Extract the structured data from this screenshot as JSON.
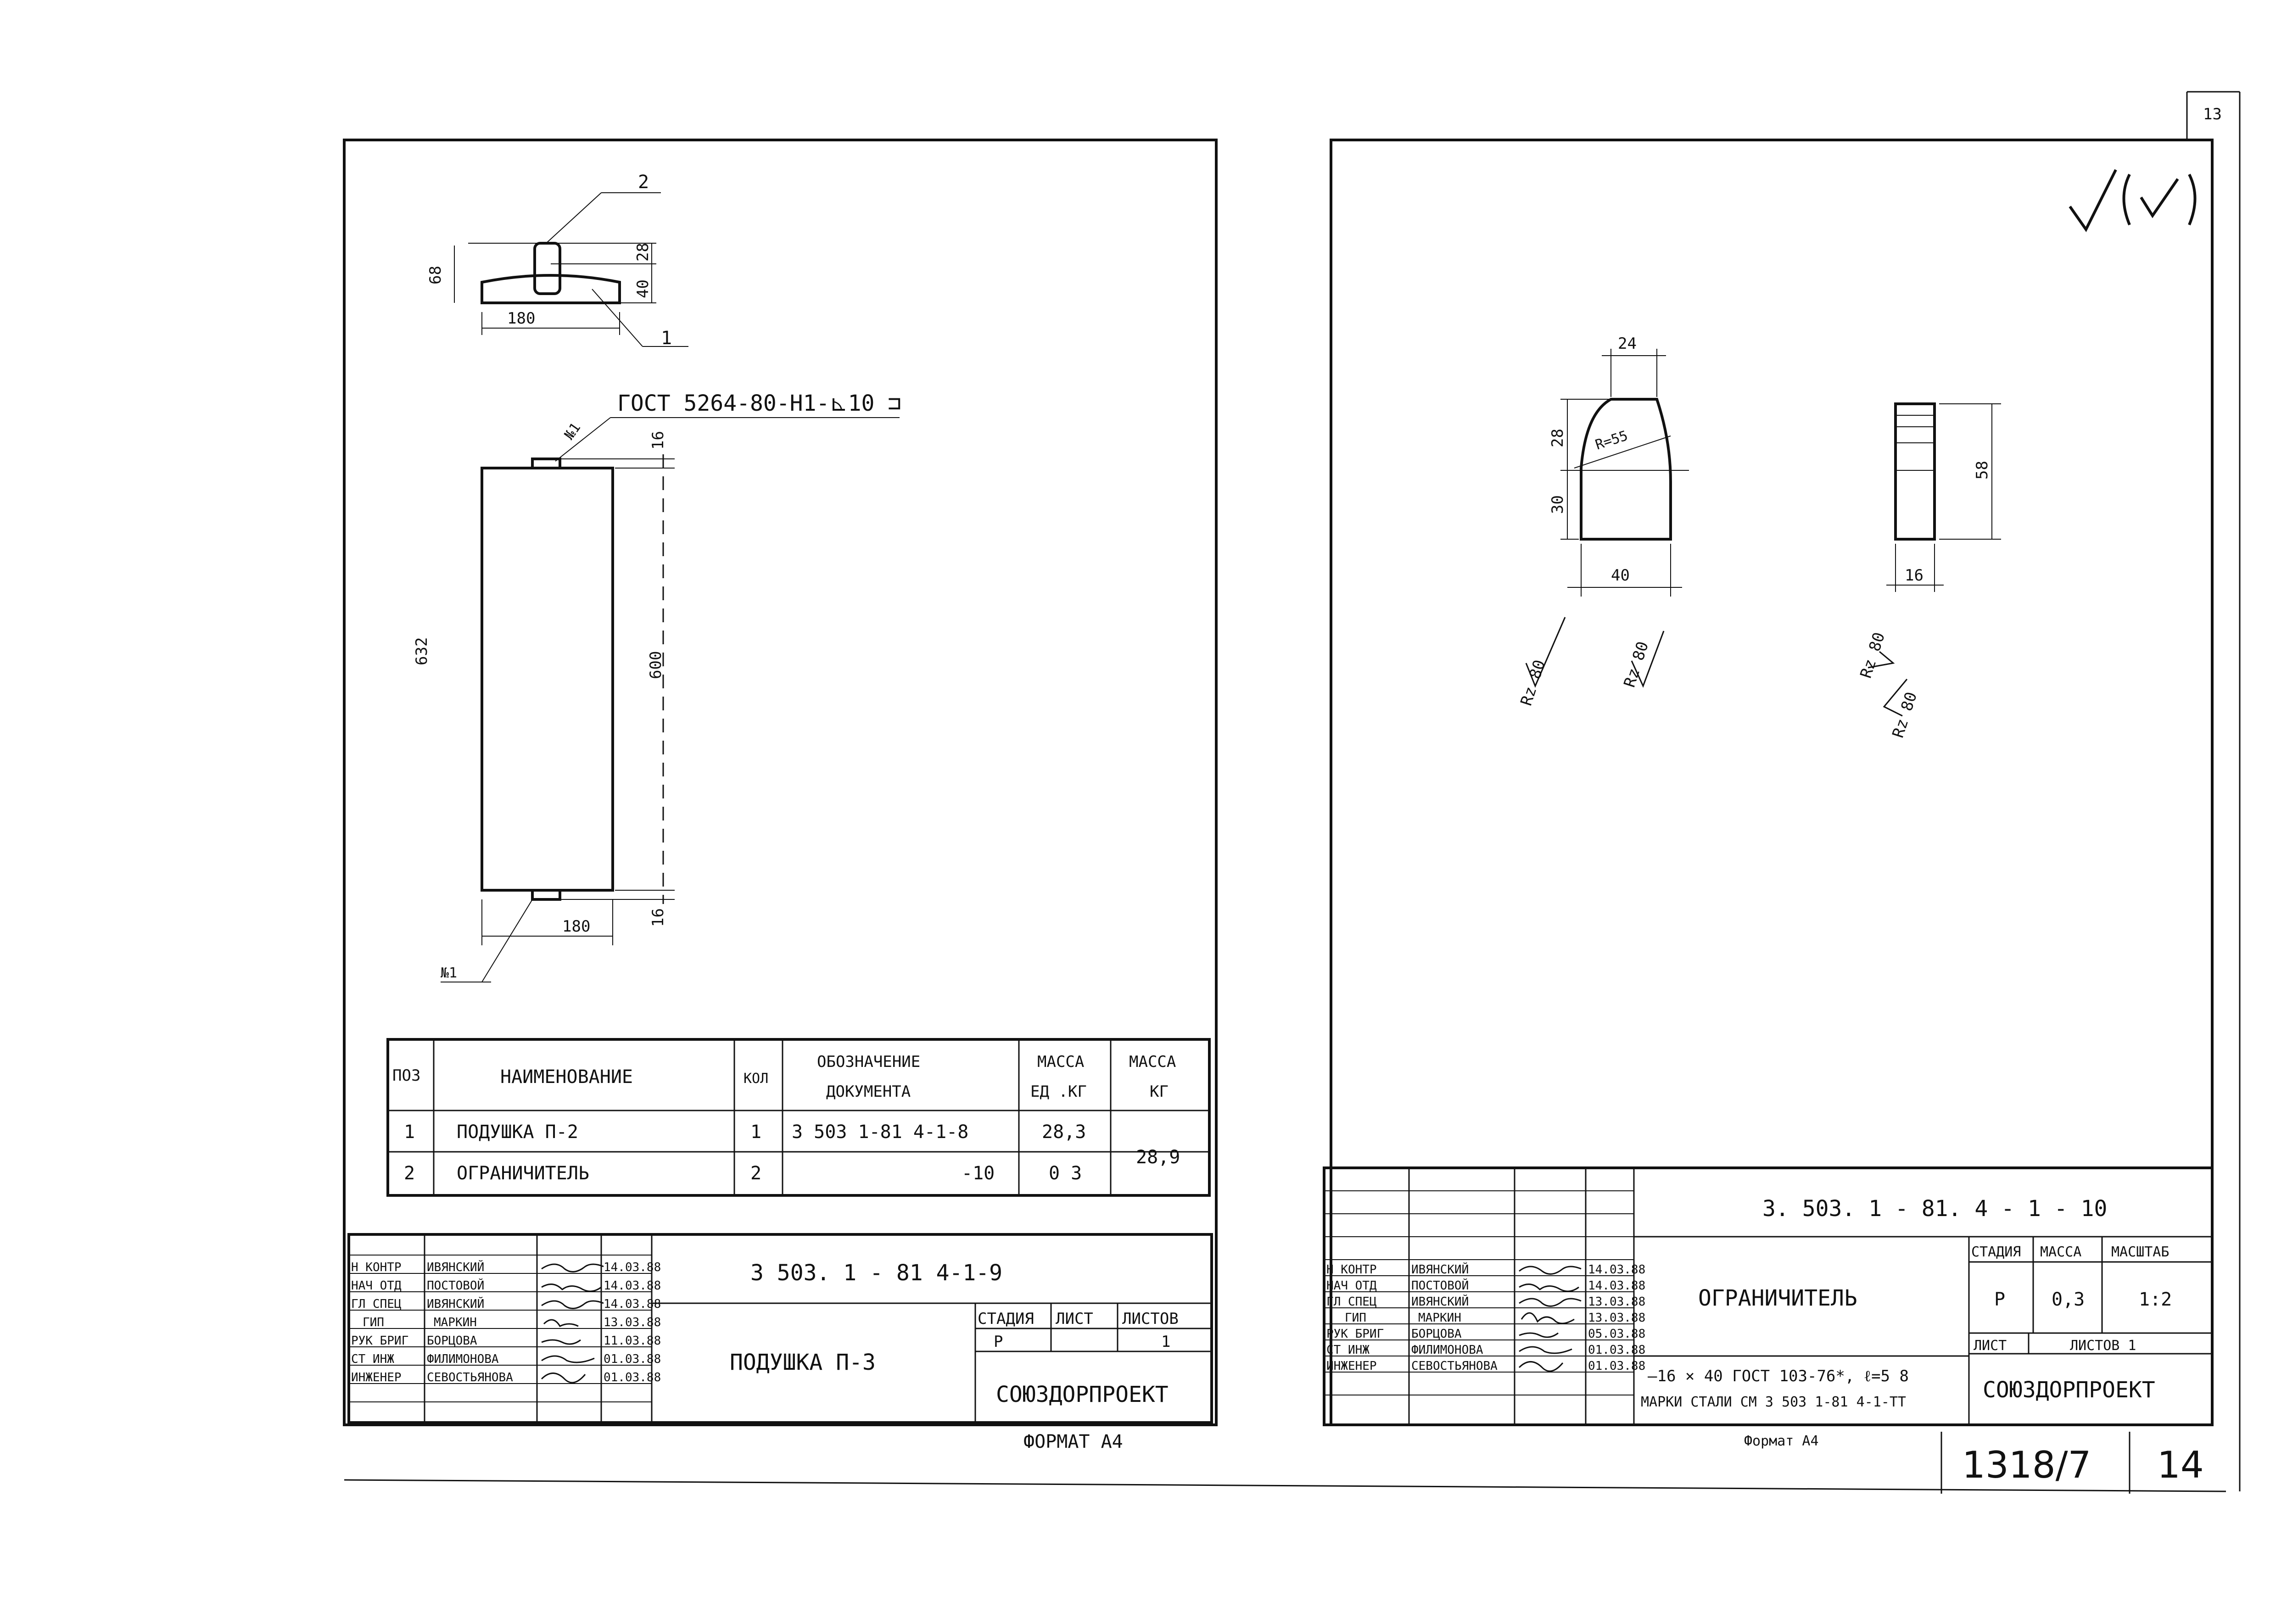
{
  "sheet_left": {
    "part1": {
      "dims": {
        "d68": "68",
        "d40": "40",
        "d28": "28",
        "d180_top": "180",
        "d16_top": "16",
        "d632": "632",
        "d600": "600",
        "d16_bot": "16",
        "d180_bot": "180"
      },
      "callouts": {
        "c2": "2",
        "c1": "1",
        "n1_top": "№1",
        "n1_bot": "№1"
      },
      "weld_note": "ГОСТ 5264-80-Н1-⊾10 ⊐"
    },
    "spec_table": {
      "headers": {
        "pos": "ПОЗ",
        "name": "НАИМЕНОВАНИЕ",
        "qty": "КОЛ",
        "doc_line1": "ОБОЗНАЧЕНИЕ",
        "doc_line2": "ДОКУМЕНТА",
        "mass_unit_line1": "МАССА",
        "mass_unit_line2": "ЕД .КГ",
        "mass_line1": "МАССА",
        "mass_line2": "КГ"
      },
      "rows": [
        {
          "pos": "1",
          "name": "ПОДУШКА   П-2",
          "qty": "1",
          "doc": "3 503 1-81 4-1-8",
          "mass_unit": "28,3"
        },
        {
          "pos": "2",
          "name": "ОГРАНИЧИТЕЛЬ",
          "qty": "2",
          "doc": "-10",
          "mass_unit": "0 3"
        }
      ],
      "mass_total": "28,9"
    },
    "title_block": {
      "code": "3 503. 1 - 81 4-1-9",
      "title": "ПОДУШКА  П-3",
      "org": "СОЮЗДОРПРОЕКТ",
      "stage_header": "СТАДИЯ",
      "sheet_header": "ЛИСТ",
      "sheets_header": "ЛИСТОВ",
      "stage": "Р",
      "sheet": "",
      "sheets": "1",
      "people": [
        {
          "role": "Н КОНТР",
          "name": "ИВЯНСКИЙ",
          "date": "14.03.88"
        },
        {
          "role": "НАЧ ОТД",
          "name": "ПОСТОВОЙ",
          "date": "14.03.88"
        },
        {
          "role": "ГЛ СПЕЦ",
          "name": "ИВЯНСКИЙ",
          "date": "14.03.88"
        },
        {
          "role": "ГИП",
          "name": "МАРКИН",
          "date": "13.03.88"
        },
        {
          "role": "РУК БРИГ",
          "name": "БОРЦОВА",
          "date": "11.03.88"
        },
        {
          "role": "СТ ИНЖ",
          "name": "ФИЛИМОНОВА",
          "date": "01.03.88"
        },
        {
          "role": "ИНЖЕНЕР",
          "name": "СЕВОСТЬЯНОВА",
          "date": "01.03.88"
        }
      ]
    },
    "format": "ФОРМАТ  А4"
  },
  "sheet_right": {
    "corner_number": "13",
    "part_view": {
      "dims": {
        "d24": "24",
        "d28": "28",
        "d30": "30",
        "d40": "40",
        "radius": "R=55",
        "d58": "58",
        "d16": "16"
      },
      "roughness": [
        "Rz 80",
        "Rz 80",
        "Rz 80",
        "Rz 80"
      ]
    },
    "title_block": {
      "code": "3. 503. 1 - 81. 4 - 1 - 10",
      "title": "ОГРАНИЧИТЕЛЬ",
      "material_line1": "—16 × 40  ГОСТ 103-76*, ℓ=5 8",
      "material_line2": "МАРКИ СТАЛИ СМ 3 503 1-81 4-1-ТТ",
      "org": "СОЮЗДОРПРОЕКТ",
      "stage_header": "СТАДИЯ",
      "mass_header": "МАССА",
      "scale_header": "МАСШТАБ",
      "stage": "Р",
      "mass": "0,3",
      "scale": "1:2",
      "sheet_label": "ЛИСТ",
      "sheets_label": "ЛИСТОВ 1",
      "people": [
        {
          "role": "Н КОНТР",
          "name": "ИВЯНСКИЙ",
          "date": "14.03.88"
        },
        {
          "role": "НАЧ ОТД",
          "name": "ПОСТОВОЙ",
          "date": "14.03.88"
        },
        {
          "role": "ГЛ СПЕЦ",
          "name": "ИВЯНСКИЙ",
          "date": "13.03.88"
        },
        {
          "role": "ГИП",
          "name": "МАРКИН",
          "date": "13.03.88"
        },
        {
          "role": "РУК БРИГ",
          "name": "БОРЦОВА",
          "date": "05.03.88"
        },
        {
          "role": "СТ ИНЖ",
          "name": "ФИЛИМОНОВА",
          "date": "01.03.88"
        },
        {
          "role": "ИНЖЕНЕР",
          "name": "СЕВОСТЬЯНОВА",
          "date": "01.03.88"
        }
      ]
    },
    "format": "Формат А4",
    "stamp_number": "1318/7",
    "stamp_page": "14"
  }
}
